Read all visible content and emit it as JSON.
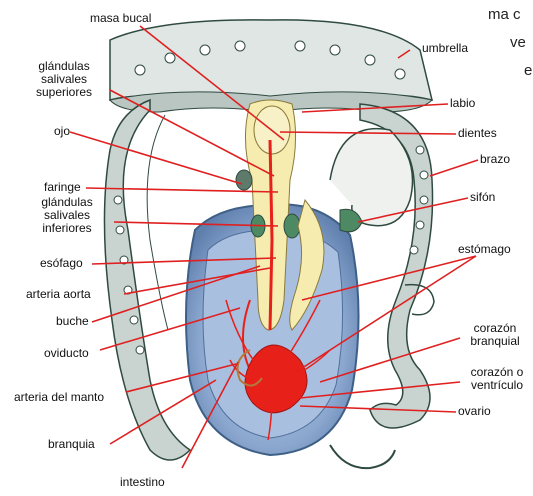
{
  "labels": {
    "masa_bucal": "masa bucal",
    "umbrella": "umbrella",
    "glandulas_sup_1": "glándulas",
    "glandulas_sup_2": "salivales",
    "glandulas_sup_3": "superiores",
    "labio": "labio",
    "ojo": "ojo",
    "dientes": "dientes",
    "brazo": "brazo",
    "faringe": "faringe",
    "sifon": "sifón",
    "glandulas_inf_1": "glándulas",
    "glandulas_inf_2": "salivales",
    "glandulas_inf_3": "inferiores",
    "estomago": "estómago",
    "esofago": "esófago",
    "arteria_aorta": "arteria aorta",
    "buche": "buche",
    "corazon_branquial_1": "corazón",
    "corazon_branquial_2": "branquial",
    "oviducto": "oviducto",
    "corazon_ventriculo_1": "corazón o",
    "corazon_ventriculo_2": "ventrículo",
    "arteria_manto": "arteria del manto",
    "ovario": "ovario",
    "branquia": "branquia",
    "intestino": "intestino"
  },
  "page_text_fragments": {
    "line1": "ma c",
    "line2": "ve",
    "line3": "e"
  },
  "colors": {
    "leader_line": "#e02020",
    "organ_red": "#e8201a",
    "mantle_blue": "#8ba7cf",
    "mantle_outline": "#3e5f86",
    "tissue_yellow": "#f6ecb0",
    "tentacle_gray": "#c9d3cf",
    "tentacle_outline": "#2f4a3f"
  }
}
